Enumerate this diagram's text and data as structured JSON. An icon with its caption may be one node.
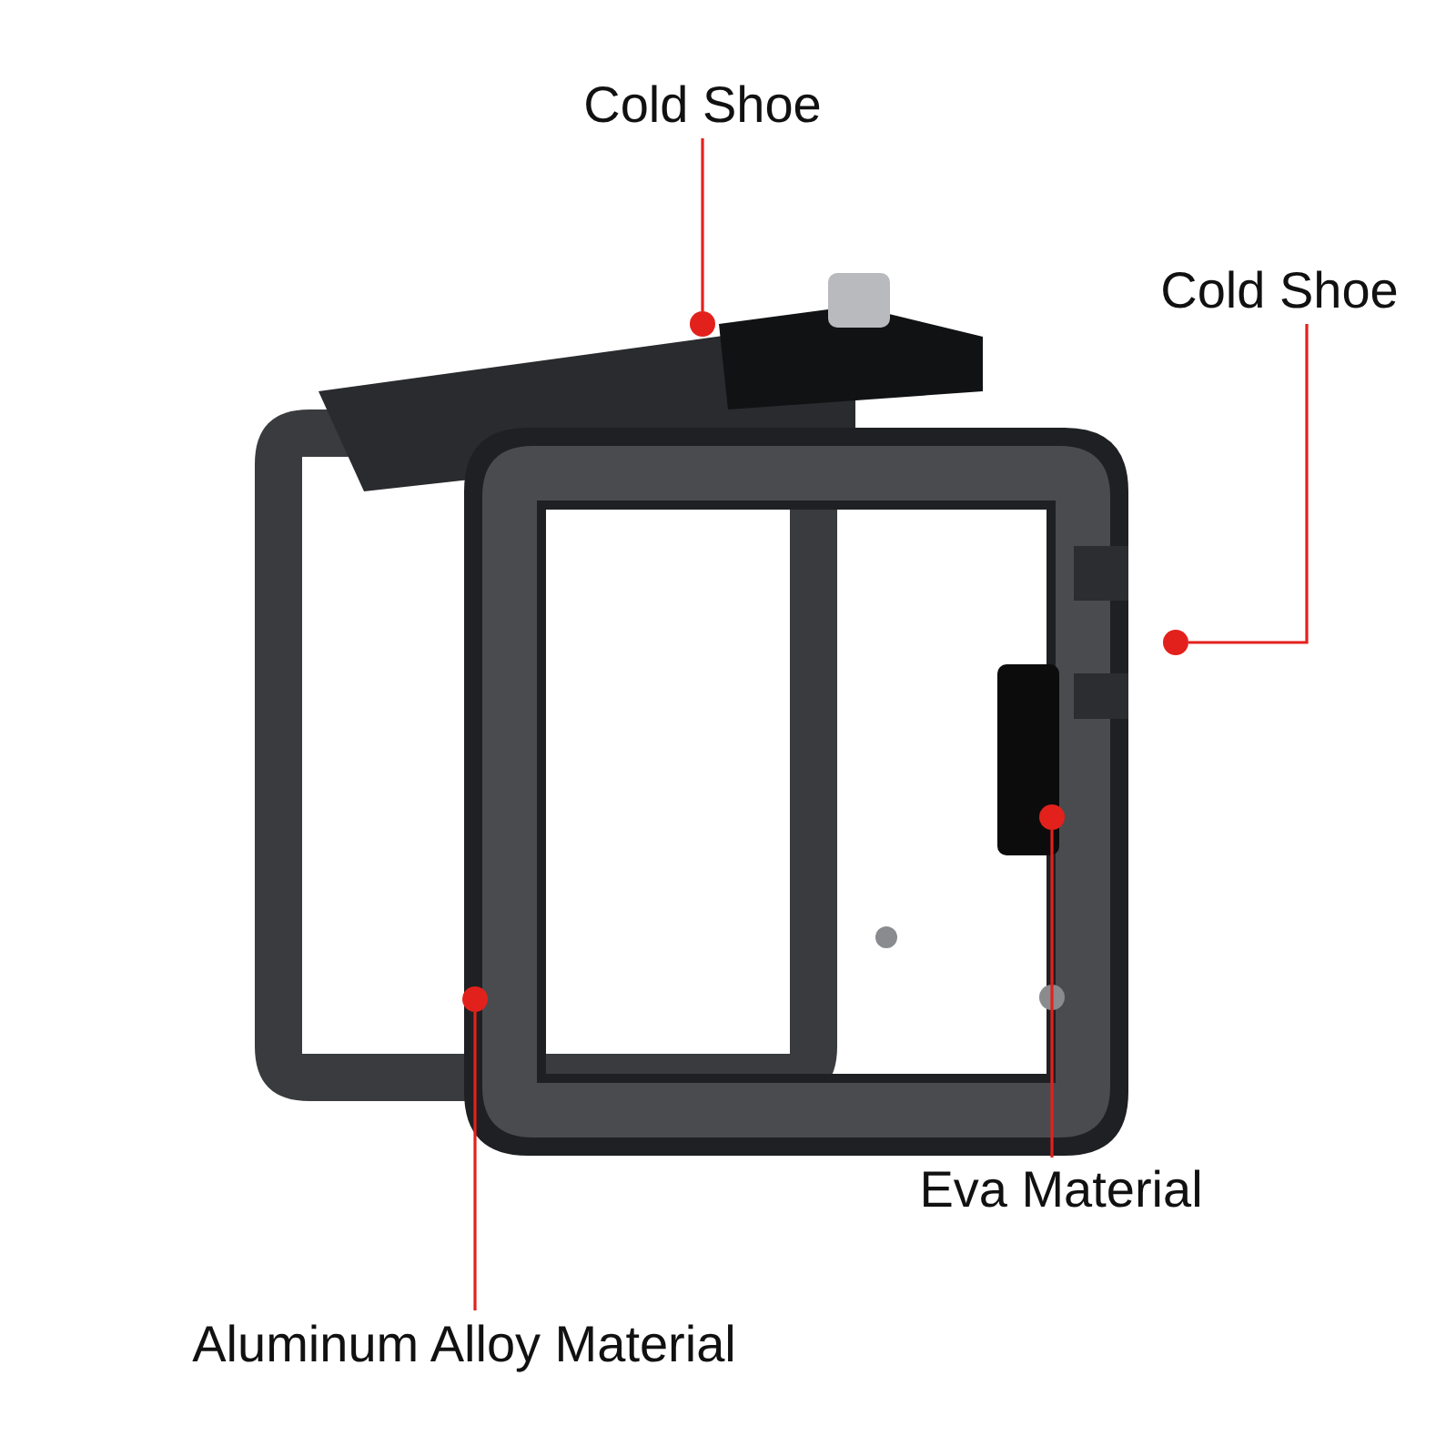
{
  "diagram": {
    "nodes": [
      {
        "text": [
          "Cold Shoe"
        ]
      },
      {
        "text": [
          "Cold Shoe"
        ]
      },
      {
        "text": [
          "Eva Material"
        ]
      },
      {
        "text": [
          "Aluminum Alloy Material"
        ]
      },
      {
        "text": [],
        "shape": "circle"
      },
      {
        "text": [],
        "shape": "circle"
      },
      {
        "text": [],
        "shape": "circle"
      },
      {
        "text": [],
        "shape": "circle"
      }
    ],
    "edges": [
      {
        "from": 0,
        "to": 4,
        "arrow": "none",
        "color": "#e3211c"
      },
      {
        "from": 1,
        "to": 5,
        "arrow": "none",
        "color": "#e3211c"
      },
      {
        "from": 2,
        "to": 6,
        "arrow": "none",
        "color": "#e3211c"
      },
      {
        "from": 3,
        "to": 7,
        "arrow": "none",
        "color": "#e3211c"
      }
    ]
  }
}
